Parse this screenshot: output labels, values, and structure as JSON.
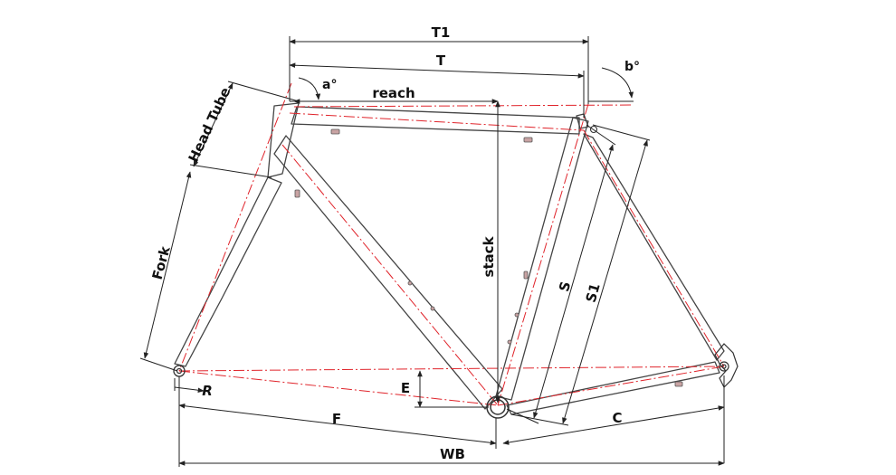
{
  "labels": {
    "t1": "T1",
    "t": "T",
    "a_angle": "a°",
    "b_angle": "b°",
    "reach": "reach",
    "head_tube": "Head Tube",
    "fork": "Fork",
    "stack": "stack",
    "s": "S",
    "s1": "S1",
    "e": "E",
    "r": "R",
    "f": "F",
    "c": "C",
    "wb": "WB"
  },
  "colors": {
    "frame_line": "#444444",
    "centerline": "#e0242b",
    "dimension": "#222222",
    "fitting": "#c9a3a3",
    "background": "#ffffff"
  }
}
